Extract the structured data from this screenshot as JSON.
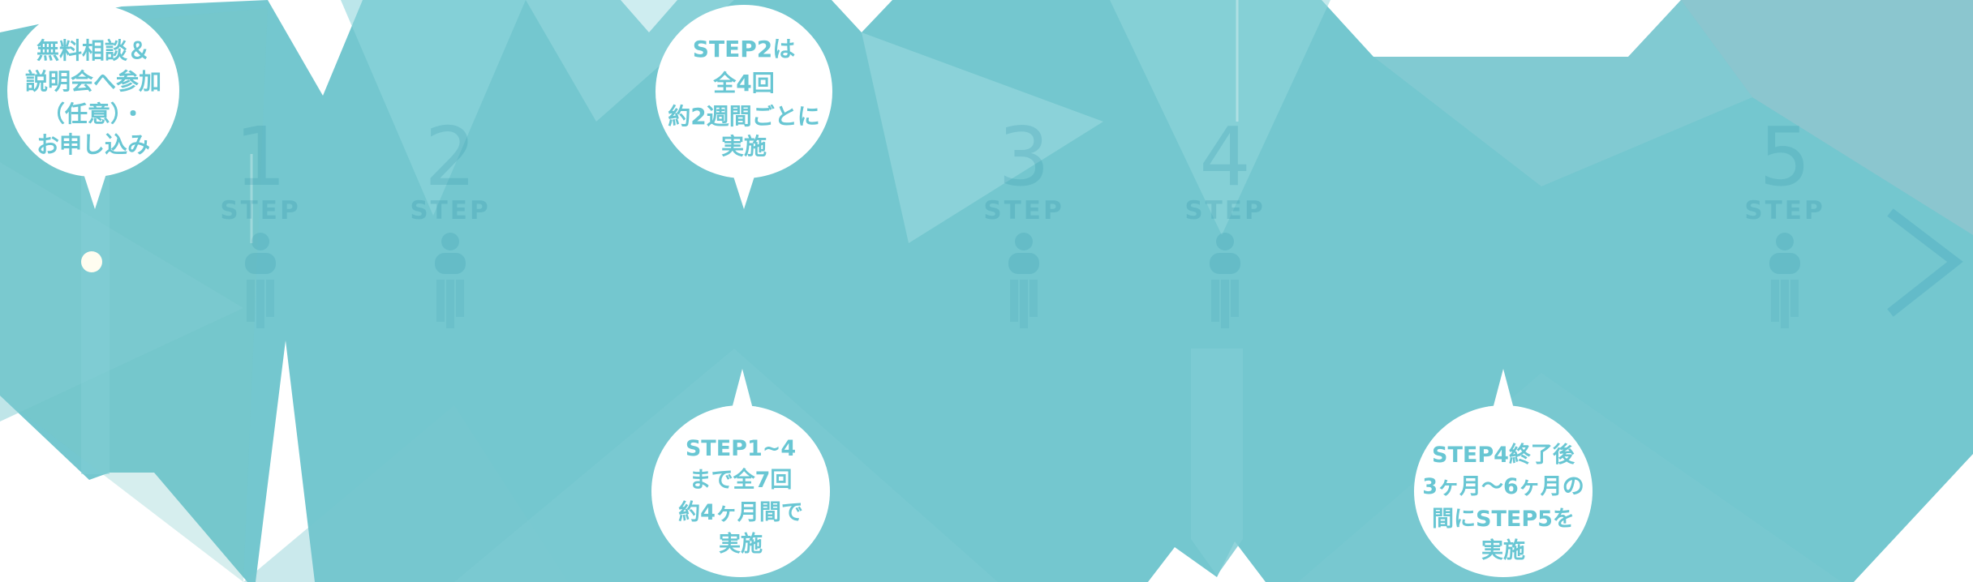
{
  "graphic": {
    "description": "5-step course flow infographic band (teal faceted panorama with faint STEP markers) and four white speech-bubble callouts",
    "colors": {
      "base_teal": "#74c7cf",
      "facet_light": "#8fd5dc",
      "facet_pale": "#a9e0e4",
      "facet_blue_grey": "#9bc4cf",
      "bubble_fill": "#ffffff",
      "callout_text": "#68c6d3",
      "marker_ink": "#2f93aa",
      "dot_fill": "#fffdf0"
    }
  },
  "steps": [
    {
      "number": "1",
      "label": "STEP"
    },
    {
      "number": "2",
      "label": "STEP"
    },
    {
      "number": "3",
      "label": "STEP"
    },
    {
      "number": "4",
      "label": "STEP"
    },
    {
      "number": "5",
      "label": "STEP"
    }
  ],
  "callouts": [
    {
      "id": "free-consultation",
      "tail": "down",
      "lines": [
        "無料相談＆",
        "説明会へ参加",
        "（任意）・",
        "お申し込み"
      ]
    },
    {
      "id": "step2-schedule",
      "tail": "down",
      "lines": [
        "STEP2は",
        "全4回",
        "約2週間ごとに",
        "実施"
      ]
    },
    {
      "id": "step1-4-schedule",
      "tail": "up",
      "lines": [
        "STEP1~4",
        "まで全7回",
        "約4ヶ月間で",
        "実施"
      ]
    },
    {
      "id": "step4-followup",
      "tail": "up",
      "lines": [
        "STEP4終了後",
        "3ヶ月〜6ヶ月の",
        "間にSTEP5を",
        "実施"
      ]
    }
  ]
}
